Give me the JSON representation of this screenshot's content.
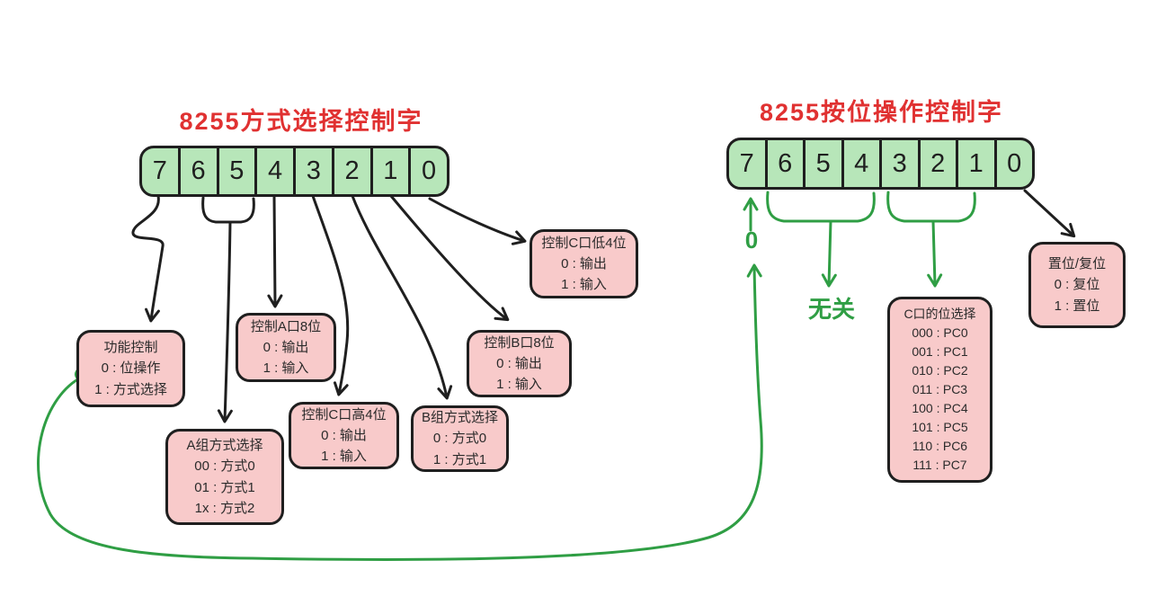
{
  "titles": {
    "left": "8255方式选择控制字",
    "right": "8255按位操作控制字"
  },
  "left_register": {
    "bits": [
      "7",
      "6",
      "5",
      "4",
      "3",
      "2",
      "1",
      "0"
    ]
  },
  "right_register": {
    "bits": [
      "7",
      "6",
      "5",
      "4",
      "3",
      "2",
      "1",
      "0"
    ]
  },
  "boxes": {
    "func_ctrl": {
      "lines": [
        "功能控制",
        "0 : 位操作",
        "1 : 方式选择"
      ]
    },
    "port_a": {
      "lines": [
        "控制A口8位",
        "0 : 输出",
        "1 : 输入"
      ]
    },
    "group_a": {
      "lines": [
        "A组方式选择",
        "00 : 方式0",
        "01 : 方式1",
        "1x : 方式2"
      ]
    },
    "port_c_high": {
      "lines": [
        "控制C口高4位",
        "0 : 输出",
        "1 : 输入"
      ]
    },
    "group_b": {
      "lines": [
        "B组方式选择",
        "0 : 方式0",
        "1 : 方式1"
      ]
    },
    "port_b": {
      "lines": [
        "控制B口8位",
        "0 : 输出",
        "1 : 输入"
      ]
    },
    "port_c_low": {
      "lines": [
        "控制C口低4位",
        "0 : 输出",
        "1 : 输入"
      ]
    },
    "bit_select": {
      "lines": [
        "C口的位选择",
        "000 : PC0",
        "001 : PC1",
        "010 : PC2",
        "011 : PC3",
        "100 : PC4",
        "101 : PC5",
        "110 : PC6",
        "111 : PC7"
      ]
    },
    "set_reset": {
      "lines": [
        "置位/复位",
        "0 : 复位",
        "1 : 置位"
      ]
    }
  },
  "labels": {
    "zero": "0",
    "dont_care": "无关"
  },
  "colors": {
    "register_fill": "#b7e6b9",
    "box_fill": "#f8caca",
    "outline": "#1f1f1f",
    "title_red": "#e03131",
    "annotation_green": "#2f9e44"
  }
}
